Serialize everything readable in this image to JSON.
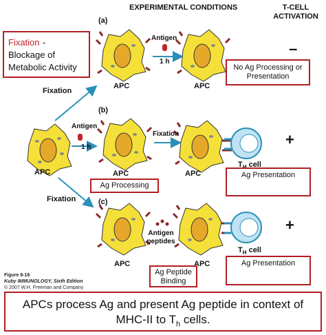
{
  "headers": {
    "experimental_conditions": "EXPERIMENTAL CONDITIONS",
    "tcell_activation": "T-CELL ACTIVATION"
  },
  "fixation_box": {
    "term": "Fixation",
    "description": "- Blockage of Metabolic Activity",
    "term_color": "#c0232a"
  },
  "panel_letters": {
    "a": "(a)",
    "b": "(b)",
    "c": "(c)"
  },
  "labels": {
    "apc": "APC",
    "antigen": "Antigen",
    "time": "1 h",
    "fixation": "Fixation",
    "th_cell_main": "T",
    "th_cell_sub": "H",
    "th_cell_suffix": " cell",
    "antigen_peptides": "Antigen peptides"
  },
  "result_boxes": {
    "a": "No Ag Processing or Presentation",
    "b_process": "Ag Processing",
    "b_present": "Ag Presentation",
    "c_binding": "Ag Peptide Binding",
    "c_present": "Ag Presentation"
  },
  "signs": {
    "a": "–",
    "b": "+",
    "c": "+"
  },
  "figure_caption": {
    "line1": "Figure 8-16",
    "line2": "Kuby IMMUNOLOGY, Sixth Edition",
    "line3": "© 2007 W.H. Freeman and Company"
  },
  "conclusion": {
    "text_part1": "APCs process Ag and present Ag peptide in context of MHC-II to T",
    "text_sub": "h",
    "text_part2": " cells."
  },
  "colors": {
    "apc_fill": "#f5e03a",
    "apc_nucleus": "#e6a82a",
    "arrow": "#2a8fb8",
    "box_border": "#b01e23",
    "tcell_fill": "#bfe3f5",
    "receptor": "#8b2a2a"
  }
}
